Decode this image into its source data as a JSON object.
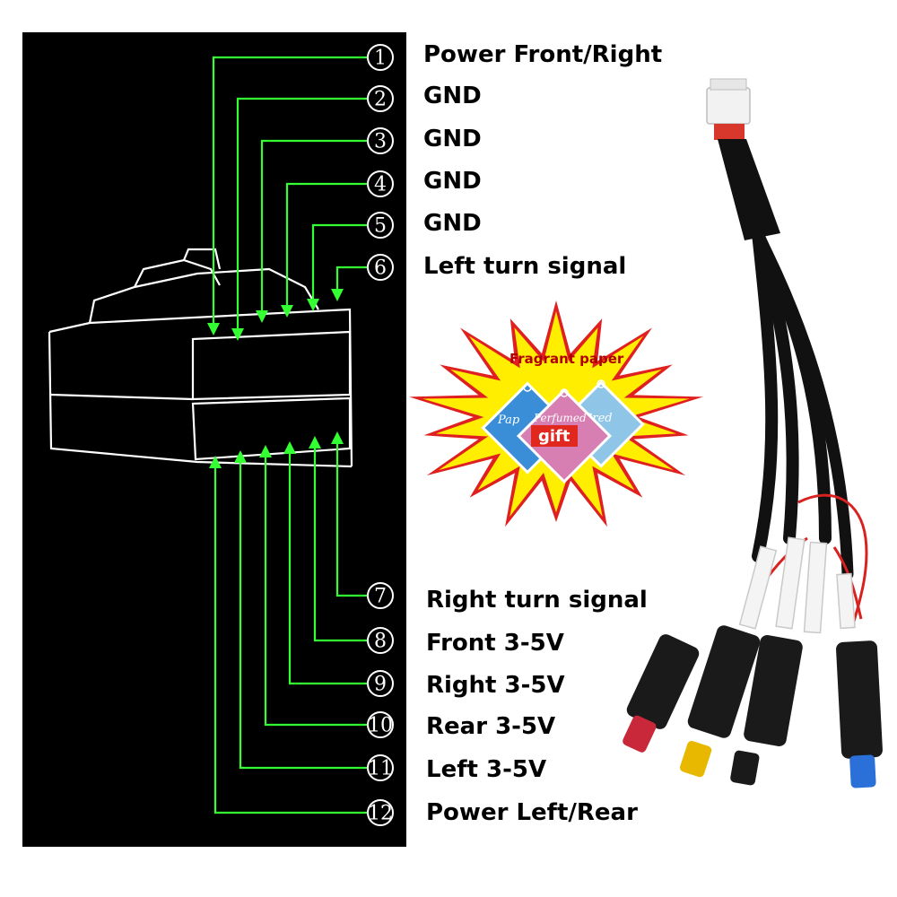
{
  "pins": [
    {
      "num": "1",
      "label": "Power Front/Right"
    },
    {
      "num": "2",
      "label": "GND"
    },
    {
      "num": "3",
      "label": "GND"
    },
    {
      "num": "4",
      "label": "GND"
    },
    {
      "num": "5",
      "label": "GND"
    },
    {
      "num": "6",
      "label": "Left turn signal"
    },
    {
      "num": "7",
      "label": "Right turn signal"
    },
    {
      "num": "8",
      "label": "Front 3-5V"
    },
    {
      "num": "9",
      "label": "Right 3-5V"
    },
    {
      "num": "10",
      "label": "Rear 3-5V"
    },
    {
      "num": "11",
      "label": "Left 3-5V"
    },
    {
      "num": "12",
      "label": "Power Left/Rear"
    }
  ],
  "promo": {
    "caption": "Fragrant paper",
    "gift": "gift",
    "card_texts": [
      "Pap",
      "Perfumed",
      "Gred"
    ]
  },
  "colors": {
    "panel": "#000000",
    "leader": "#33ff33",
    "burst_outer": "#e02020",
    "burst_inner": "#ffee00",
    "plug_tips": [
      "#c8283a",
      "#e8b800",
      "#1a1a1a",
      "#2b6fd8"
    ]
  }
}
